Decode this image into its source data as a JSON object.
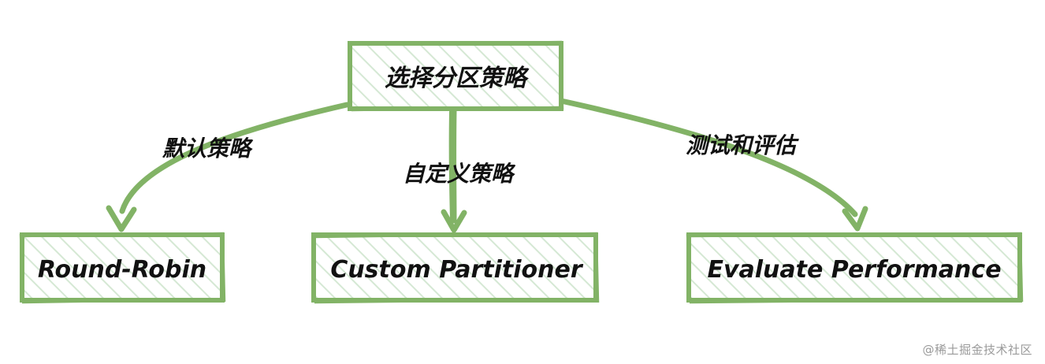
{
  "diagram": {
    "root": {
      "label": "选择分区策略"
    },
    "children": [
      {
        "label": "Round-Robin",
        "edge_label": "默认策略"
      },
      {
        "label": "Custom Partitioner",
        "edge_label": "自定义策略"
      },
      {
        "label": "Evaluate Performance",
        "edge_label": "测试和评估"
      }
    ]
  },
  "style": {
    "stroke": "#82b366",
    "hatch": "#d5e8d4"
  },
  "watermark": "@稀土掘金技术社区"
}
